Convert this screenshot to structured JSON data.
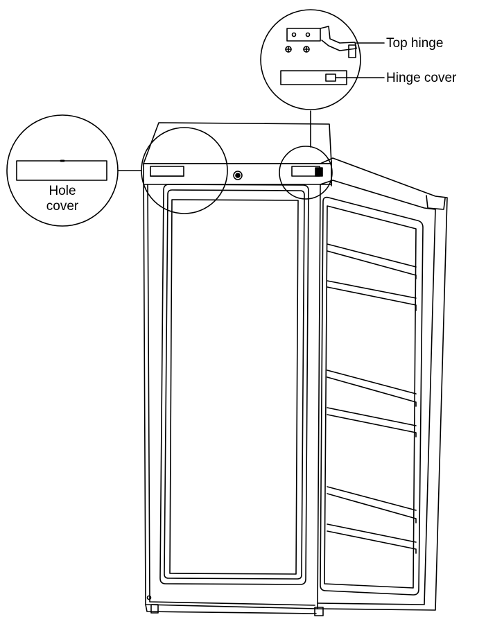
{
  "labels": {
    "top_hinge": "Top hinge",
    "hinge_cover": "Hinge cover",
    "hole_cover_line1": "Hole",
    "hole_cover_line2": "cover"
  },
  "colors": {
    "line": "#000000",
    "background": "#ffffff"
  }
}
